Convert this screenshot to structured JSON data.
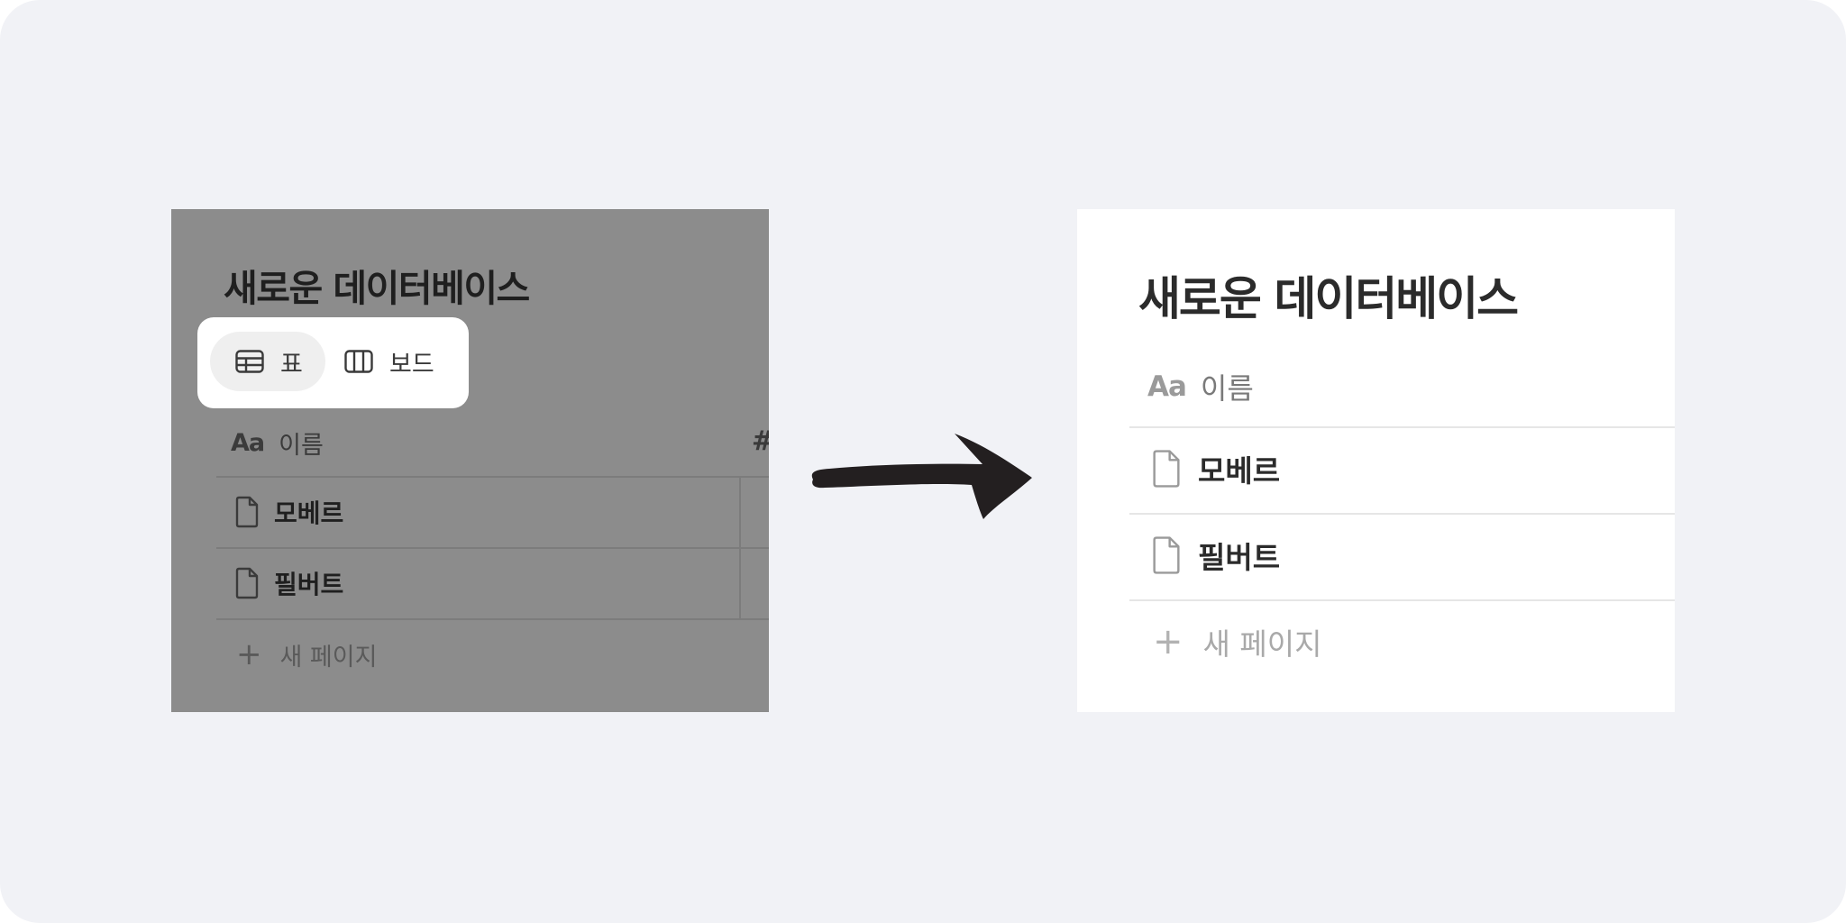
{
  "left_panel": {
    "title": "새로운 데이터베이스",
    "view_switcher": {
      "options": [
        {
          "label": "표",
          "icon": "table-icon",
          "active": true
        },
        {
          "label": "보드",
          "icon": "board-icon",
          "active": false
        }
      ]
    },
    "columns": {
      "name_icon": "Aa",
      "name_label": "이름",
      "next_column_icon": "#"
    },
    "rows": [
      {
        "title": "모베르",
        "icon": "page-icon"
      },
      {
        "title": "필버트",
        "icon": "page-icon"
      }
    ],
    "new_page": {
      "icon": "+",
      "label": "새 페이지"
    }
  },
  "right_panel": {
    "title": "새로운 데이터베이스",
    "columns": {
      "name_icon": "Aa",
      "name_label": "이름"
    },
    "rows": [
      {
        "title": "모베르",
        "icon": "page-icon"
      },
      {
        "title": "필버트",
        "icon": "page-icon"
      }
    ],
    "new_page": {
      "icon": "+",
      "label": "새 페이지"
    }
  },
  "colors": {
    "background": "#f1f2f6",
    "left_panel_overlay": "#8c8c8c",
    "arrow": "#231f20"
  }
}
